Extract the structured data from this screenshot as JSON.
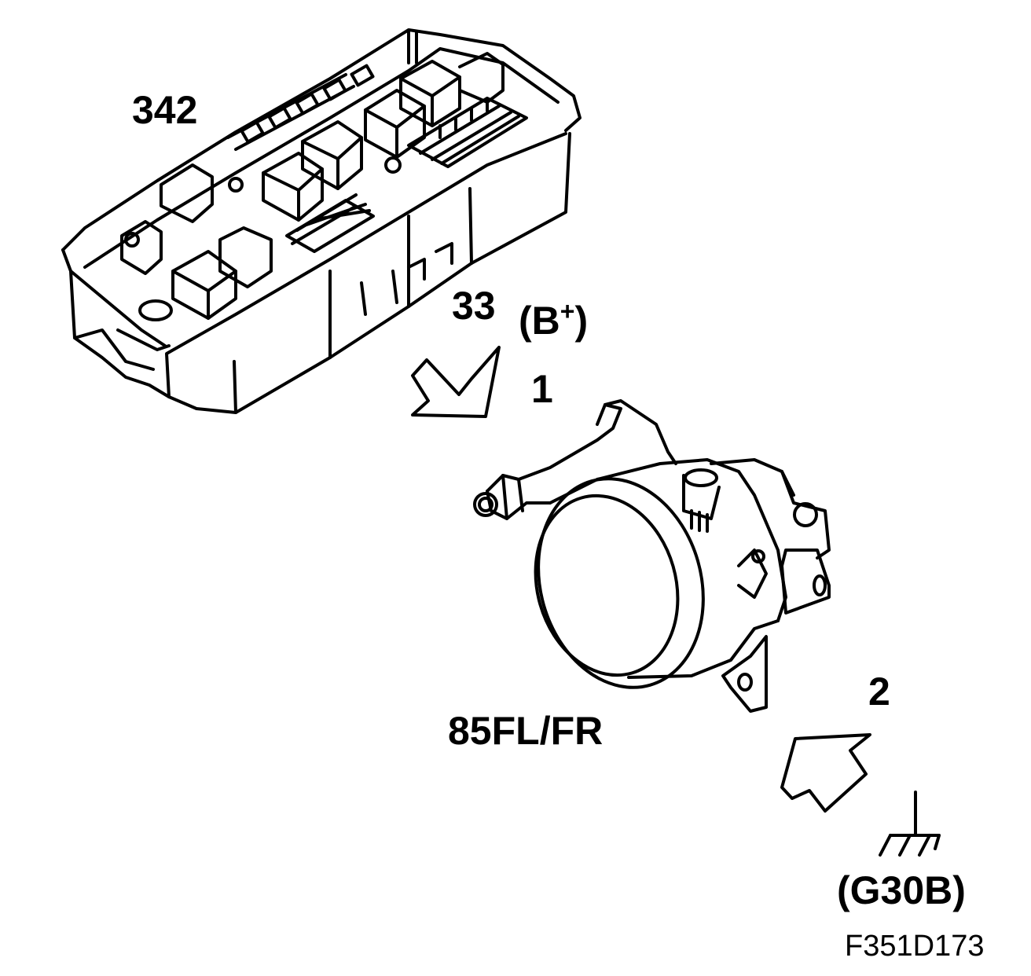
{
  "labels": {
    "fusebox": "342",
    "terminal_b_num": "33",
    "terminal_b_open": "(B",
    "terminal_b_sup": "+",
    "terminal_b_close": ")",
    "connector_1": "1",
    "foglamp": "85FL/FR",
    "connector_2": "2",
    "ground": "(G30B)",
    "figure_code": "F351D173"
  }
}
